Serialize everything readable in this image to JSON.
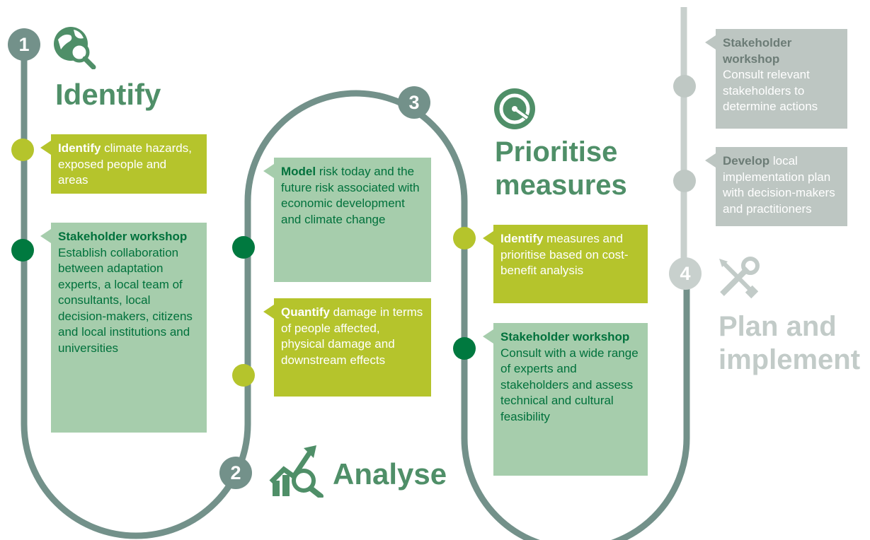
{
  "colors": {
    "path": "#73918a",
    "path_faded": "#c8d0cd",
    "lime": "#b5c42c",
    "mint": "#a6cdac",
    "dark_green": "#00713c",
    "grey_box": "#bdc6c2",
    "title_green": "#4f8f68",
    "title_faded": "#c2cbc8"
  },
  "steps": [
    {
      "number": "1",
      "title": "Identify",
      "icon": "globe-magnifier-icon"
    },
    {
      "number": "2",
      "title": "Analyse",
      "icon": "chart-magnifier-icon"
    },
    {
      "number": "3",
      "title_line1": "Prioritise",
      "title_line2": "measures",
      "icon": "gauge-icon"
    },
    {
      "number": "4",
      "title_line1": "Plan and",
      "title_line2": "implement",
      "icon": "tools-icon"
    }
  ],
  "boxes": {
    "identify_hazards": {
      "strong": "Identify",
      "body": " climate hazards, exposed people and areas"
    },
    "identify_workshop": {
      "strong": "Stakeholder workshop",
      "body": "Establish collaboration between adaptation experts, a local team of consultants, local decision-makers, citizens and local institutions and universities"
    },
    "model_risk": {
      "strong": "Model",
      "body": " risk today and the future risk associated with economic development and climate change"
    },
    "quantify": {
      "strong": "Quantify",
      "body": " damage in terms of people affected, physical damage and downstream effects"
    },
    "identify_measures": {
      "strong": "Identify",
      "body": " measures and prioritise based on cost-benefit analysis"
    },
    "prioritise_workshop": {
      "strong": "Stakeholder workshop",
      "body": "Consult with a wide range of experts and stakeholders and assess technical and cultural feasibility"
    },
    "plan_workshop": {
      "strong": "Stakeholder workshop",
      "body": "Consult relevant stakeholders to determine actions"
    },
    "develop_plan": {
      "strong": "Develop",
      "body": " local implementation plan with decision-makers and practitioners"
    }
  }
}
